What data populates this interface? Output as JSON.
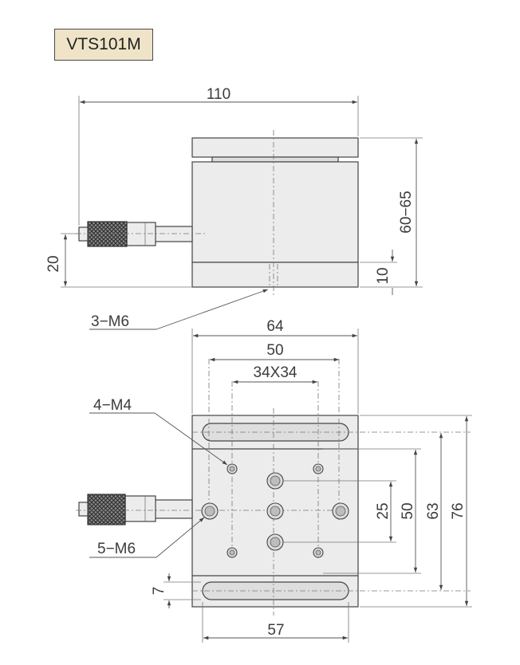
{
  "model": "VTS101M",
  "side_view": {
    "width_dim": "110",
    "height_dim": "60−65",
    "axis_height_dim": "20",
    "base_height_dim": "10",
    "callout_base_holes": "3−M6"
  },
  "top_view": {
    "width_dim": "64",
    "hole_span_dim": "50",
    "square_pattern_dim": "34X34",
    "callout_small_holes": "4−M4",
    "callout_large_holes": "5−M6",
    "vert_dim_25": "25",
    "vert_dim_50": "50",
    "vert_dim_63": "63",
    "vert_dim_76": "76",
    "slot_width_dim": "7",
    "slot_span_dim": "57"
  }
}
